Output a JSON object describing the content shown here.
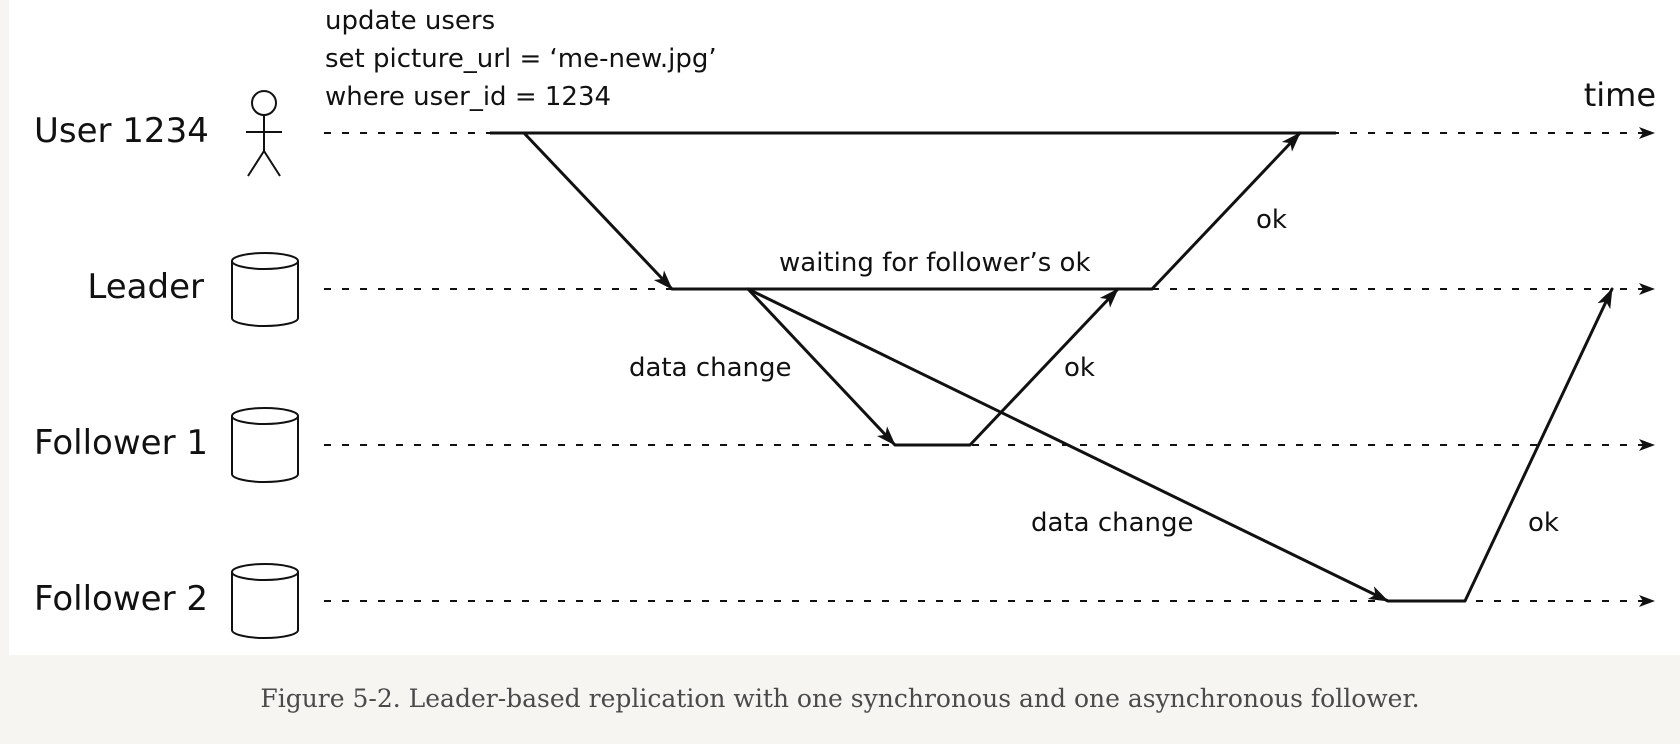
{
  "diagram": {
    "query": {
      "line1": "update users",
      "line2": "set picture_url = ‘me-new.jpg’",
      "line3": "where user_id = 1234"
    },
    "time_label": "time",
    "lanes": {
      "user": "User 1234",
      "leader": "Leader",
      "follower1": "Follower 1",
      "follower2": "Follower 2"
    },
    "messages": {
      "waiting": "waiting for follower’s ok",
      "ok_leader_to_user": "ok",
      "ok_follower1": "ok",
      "ok_follower2": "ok",
      "data_change_follower1": "data change",
      "data_change_follower2": "data change"
    },
    "icons": {
      "user": "stick-figure-icon",
      "leader": "database-cylinder-icon",
      "follower1": "database-cylinder-icon",
      "follower2": "database-cylinder-icon"
    }
  },
  "caption": "Figure 5-2. Leader-based replication with one synchronous and one asynchronous follower."
}
